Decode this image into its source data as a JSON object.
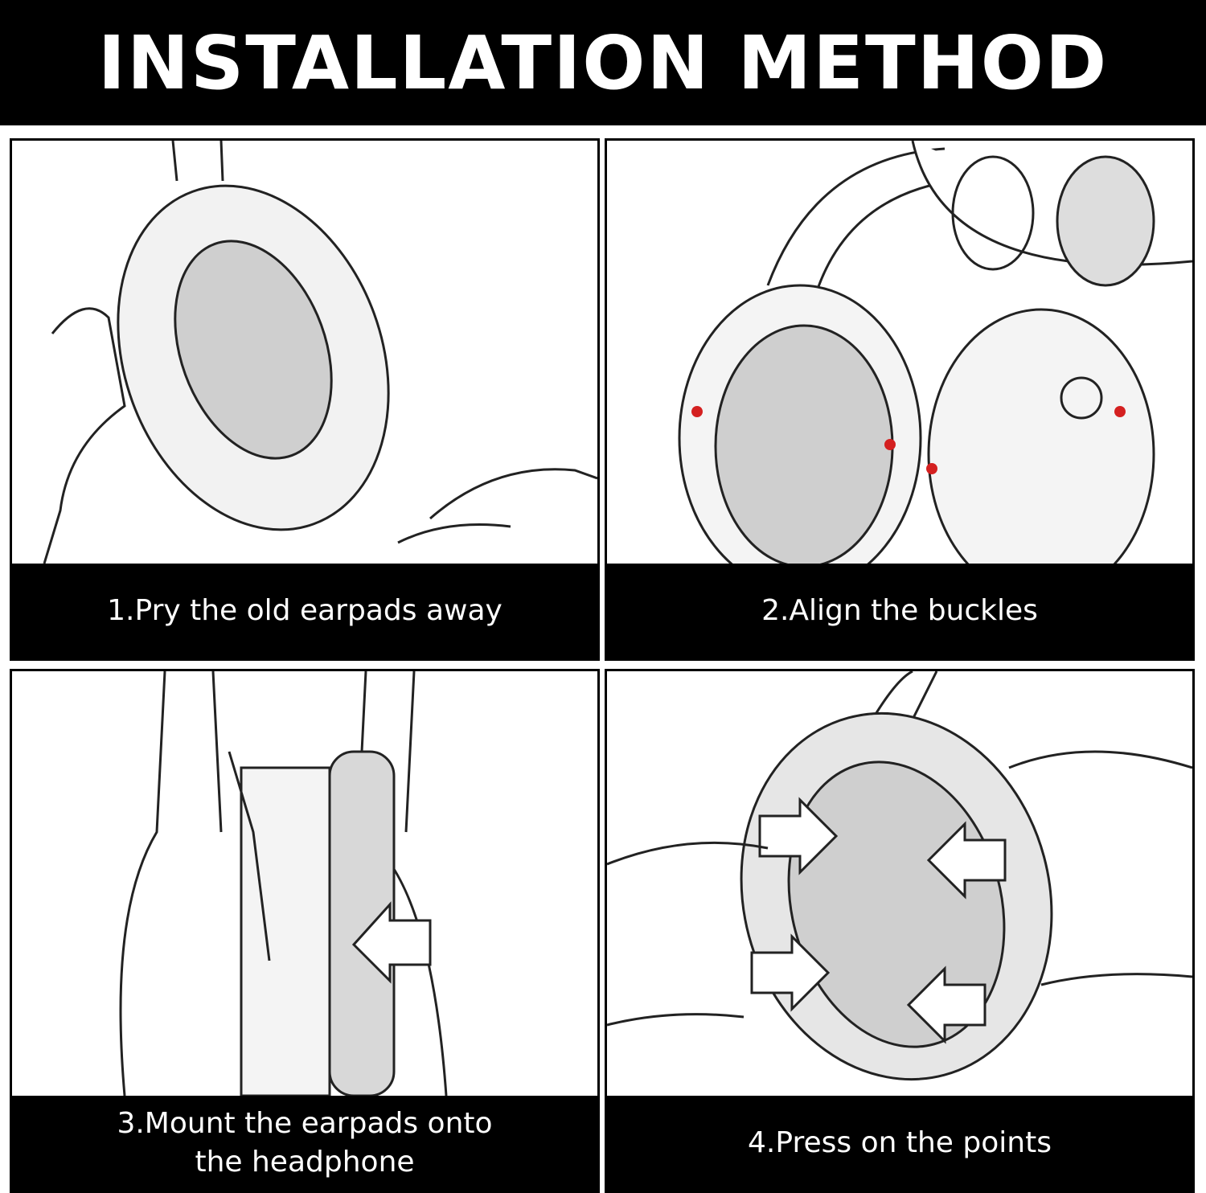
{
  "title": "INSTALLATION METHOD",
  "steps": [
    {
      "caption": "1.Pry the old earpads away"
    },
    {
      "caption": "2.Align the buckles"
    },
    {
      "caption_line1": "3.Mount the earpads onto",
      "caption_line2": "the headphone"
    },
    {
      "caption": "4.Press on the points"
    }
  ],
  "colors": {
    "band": "#000000",
    "text": "#ffffff",
    "marker": "#d42020"
  }
}
